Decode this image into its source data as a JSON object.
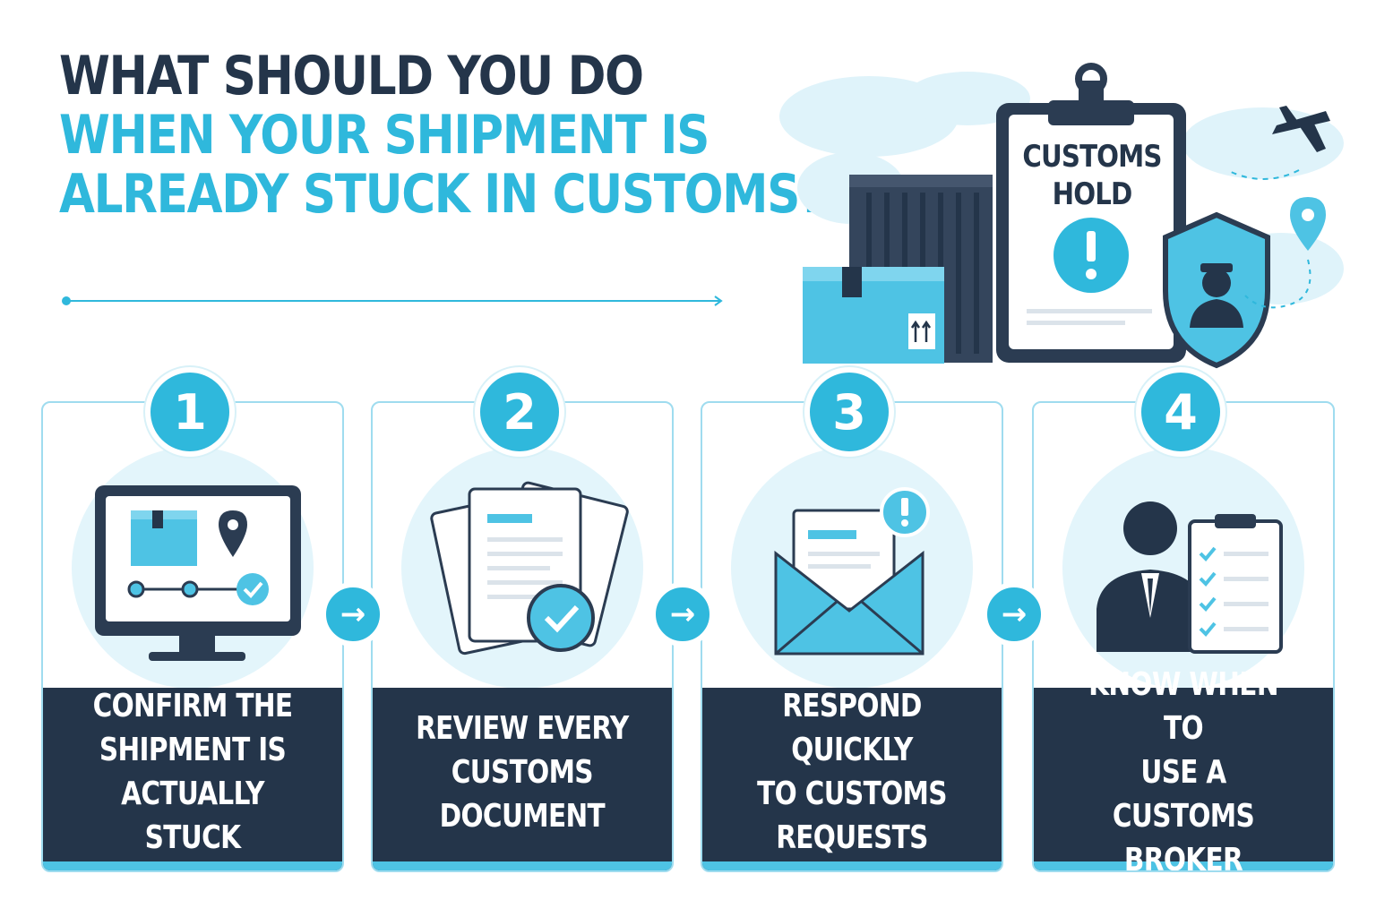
{
  "headline": {
    "line1": "WHAT SHOULD YOU DO",
    "line2": "WHEN YOUR SHIPMENT IS",
    "line3": "ALREADY STUCK IN CUSTOMS?"
  },
  "hero": {
    "clipboard_title": "CUSTOMS\nHOLD"
  },
  "steps": [
    {
      "number": "1",
      "label": "CONFIRM THE\nSHIPMENT IS\nACTUALLY STUCK",
      "icon": "monitor-tracking-icon"
    },
    {
      "number": "2",
      "label": "REVIEW EVERY\nCUSTOMS\nDOCUMENT",
      "icon": "documents-check-icon"
    },
    {
      "number": "3",
      "label": "RESPOND QUICKLY\nTO CUSTOMS\nREQUESTS",
      "icon": "envelope-alert-icon"
    },
    {
      "number": "4",
      "label": "KNOW WHEN TO\nUSE A CUSTOMS\nBROKER",
      "icon": "broker-checklist-icon"
    }
  ],
  "connector_arrow": "→",
  "colors": {
    "accent": "#2fb8dc",
    "dark": "#24354a",
    "light": "#e3f5fb"
  }
}
